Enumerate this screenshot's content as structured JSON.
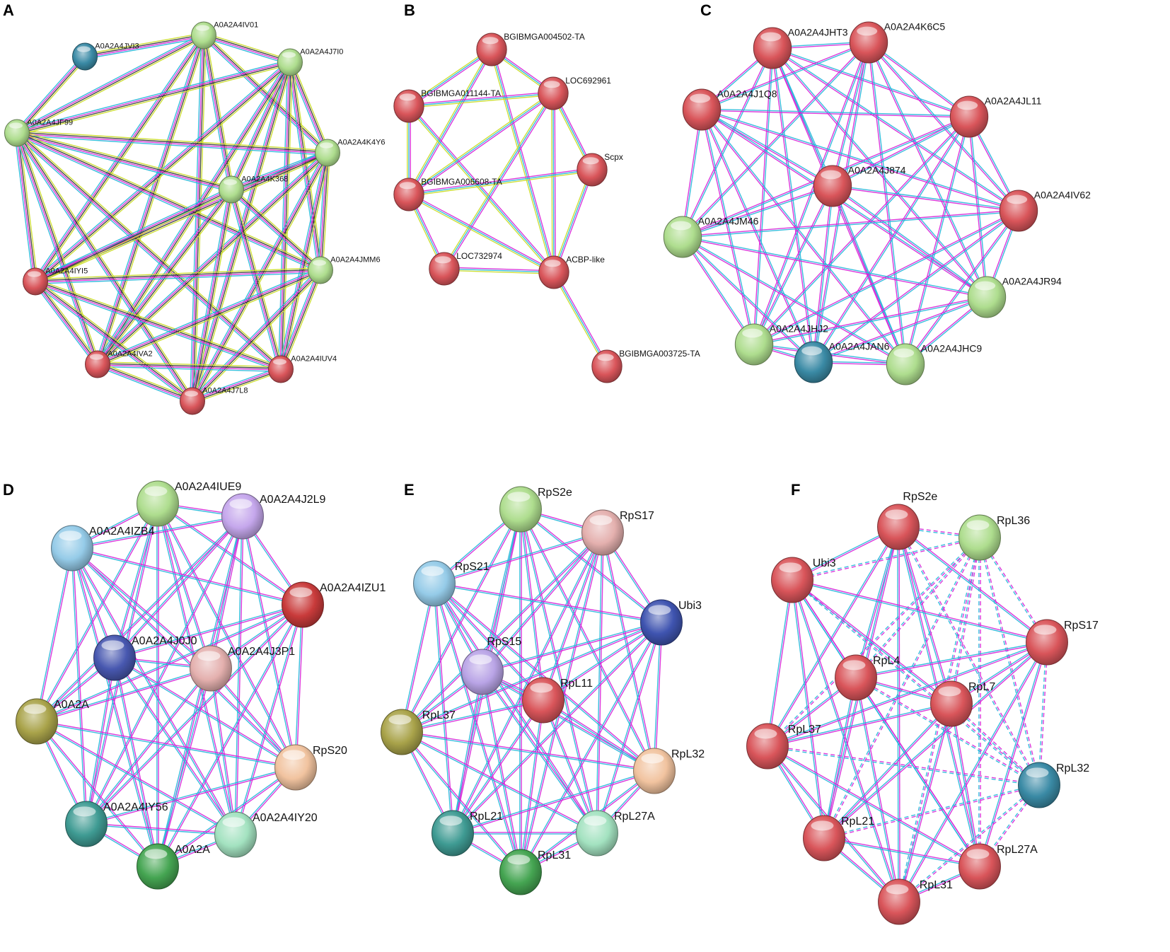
{
  "figure": {
    "colors": {
      "red": "#d9555a",
      "green": "#aedd8e",
      "teal": "#3a8aa5",
      "lightblue": "#95cbe8",
      "purple": "#c5a7ec",
      "darkred": "#c93b3b",
      "navy": "#4858b0",
      "pink": "#e4b0ae",
      "olive": "#a9a34a",
      "peach": "#f1c39f",
      "darkteal": "#3f9b93",
      "darkgreen": "#45a552",
      "mint": "#a3e2c0",
      "lavender": "#b9a4e6",
      "blue": "#3f54b0"
    },
    "edge_colors": {
      "magenta": "#d722d7",
      "cyan": "#22b6d9",
      "yellow": "#c9dc22",
      "black": "#333333"
    },
    "panels": [
      {
        "letter": "A",
        "nodes": [
          {
            "id": "JVI3",
            "label": "A0A2A4JVI3",
            "color": "teal"
          },
          {
            "id": "IV01",
            "label": "A0A2A4IV01",
            "color": "green"
          },
          {
            "id": "J7I0",
            "label": "A0A2A4J7I0",
            "color": "green"
          },
          {
            "id": "JF99",
            "label": "A0A2A4JF99",
            "color": "green"
          },
          {
            "id": "K4Y6",
            "label": "A0A2A4K4Y6",
            "color": "green"
          },
          {
            "id": "K368",
            "label": "A0A2A4K368",
            "color": "green"
          },
          {
            "id": "IYI5",
            "label": "A0A2A4IYI5",
            "color": "red"
          },
          {
            "id": "JMM6",
            "label": "A0A2A4JMM6",
            "color": "green"
          },
          {
            "id": "IVA2",
            "label": "A0A2A4IVA2",
            "color": "red"
          },
          {
            "id": "IUV4",
            "label": "A0A2A4IUV4",
            "color": "red"
          },
          {
            "id": "J7L8",
            "label": "A0A2A4J7L8",
            "color": "red"
          }
        ],
        "edge_colors": [
          "yellow",
          "black",
          "magenta",
          "cyan"
        ],
        "edges": [
          [
            "JVI3",
            "IV01"
          ],
          [
            "JVI3",
            "JF99"
          ],
          [
            "IV01",
            "J7I0"
          ],
          [
            "IV01",
            "JF99"
          ],
          [
            "IV01",
            "K4Y6"
          ],
          [
            "IV01",
            "K368"
          ],
          [
            "IV01",
            "IYI5"
          ],
          [
            "IV01",
            "IVA2"
          ],
          [
            "IV01",
            "J7L8"
          ],
          [
            "J7I0",
            "JF99"
          ],
          [
            "J7I0",
            "K4Y6"
          ],
          [
            "J7I0",
            "K368"
          ],
          [
            "J7I0",
            "IYI5"
          ],
          [
            "J7I0",
            "JMM6"
          ],
          [
            "J7I0",
            "IVA2"
          ],
          [
            "J7I0",
            "IUV4"
          ],
          [
            "J7I0",
            "J7L8"
          ],
          [
            "JF99",
            "K4Y6"
          ],
          [
            "JF99",
            "K368"
          ],
          [
            "JF99",
            "IYI5"
          ],
          [
            "JF99",
            "JMM6"
          ],
          [
            "JF99",
            "IVA2"
          ],
          [
            "JF99",
            "IUV4"
          ],
          [
            "JF99",
            "J7L8"
          ],
          [
            "K4Y6",
            "K368"
          ],
          [
            "K4Y6",
            "IYI5"
          ],
          [
            "K4Y6",
            "JMM6"
          ],
          [
            "K4Y6",
            "IVA2"
          ],
          [
            "K4Y6",
            "IUV4"
          ],
          [
            "K4Y6",
            "J7L8"
          ],
          [
            "K368",
            "IYI5"
          ],
          [
            "K368",
            "JMM6"
          ],
          [
            "K368",
            "IVA2"
          ],
          [
            "K368",
            "IUV4"
          ],
          [
            "K368",
            "J7L8"
          ],
          [
            "IYI5",
            "JMM6"
          ],
          [
            "IYI5",
            "IVA2"
          ],
          [
            "IYI5",
            "IUV4"
          ],
          [
            "IYI5",
            "J7L8"
          ],
          [
            "JMM6",
            "IVA2"
          ],
          [
            "JMM6",
            "IUV4"
          ],
          [
            "JMM6",
            "J7L8"
          ],
          [
            "IVA2",
            "IUV4"
          ],
          [
            "IVA2",
            "J7L8"
          ],
          [
            "IUV4",
            "J7L8"
          ]
        ]
      },
      {
        "letter": "B",
        "nodes": [
          {
            "id": "B4502",
            "label": "BGIBMGA004502-TA",
            "color": "red"
          },
          {
            "id": "B1144",
            "label": "BGIBMGA011144-TA",
            "color": "red"
          },
          {
            "id": "L692961",
            "label": "LOC692961",
            "color": "red"
          },
          {
            "id": "Scpx",
            "label": "Scpx",
            "color": "red"
          },
          {
            "id": "B6608",
            "label": "BGIBMGA006608-TA",
            "color": "red"
          },
          {
            "id": "L732974",
            "label": "LOC732974",
            "color": "red"
          },
          {
            "id": "ACBP",
            "label": "ACBP-like",
            "color": "red"
          },
          {
            "id": "B3725",
            "label": "BGIBMGA003725-TA",
            "color": "red"
          }
        ],
        "edge_colors": [
          "magenta",
          "cyan",
          "yellow"
        ],
        "edges": [
          [
            "B4502",
            "B1144"
          ],
          [
            "B4502",
            "L692961"
          ],
          [
            "B4502",
            "B6608"
          ],
          [
            "B4502",
            "ACBP"
          ],
          [
            "B1144",
            "L692961"
          ],
          [
            "B1144",
            "B6608"
          ],
          [
            "B1144",
            "ACBP"
          ],
          [
            "L692961",
            "B6608"
          ],
          [
            "L692961",
            "Scpx"
          ],
          [
            "L692961",
            "ACBP"
          ],
          [
            "L692961",
            "L732974"
          ],
          [
            "B6608",
            "Scpx"
          ],
          [
            "B6608",
            "L732974"
          ],
          [
            "B6608",
            "ACBP"
          ],
          [
            "Scpx",
            "ACBP"
          ],
          [
            "L732974",
            "ACBP"
          ],
          [
            "ACBP",
            "B3725"
          ]
        ]
      },
      {
        "letter": "C",
        "nodes": [
          {
            "id": "JHT3",
            "label": "A0A2A4JHT3",
            "color": "red"
          },
          {
            "id": "K6C5",
            "label": "A0A2A4K6C5",
            "color": "red"
          },
          {
            "id": "J1Q8",
            "label": "A0A2A4J1Q8",
            "color": "red"
          },
          {
            "id": "JL11",
            "label": "A0A2A4JL11",
            "color": "red"
          },
          {
            "id": "J874",
            "label": "A0A2A4J874",
            "color": "red"
          },
          {
            "id": "IV62",
            "label": "A0A2A4IV62",
            "color": "red"
          },
          {
            "id": "JM46",
            "label": "A0A2A4JM46",
            "color": "green"
          },
          {
            "id": "JR94",
            "label": "A0A2A4JR94",
            "color": "green"
          },
          {
            "id": "JHJ2",
            "label": "A0A2A4JHJ2",
            "color": "green"
          },
          {
            "id": "JAN6",
            "label": "A0A2A4JAN6",
            "color": "teal"
          },
          {
            "id": "JHC9",
            "label": "A0A2A4JHC9",
            "color": "green"
          }
        ],
        "edge_colors": [
          "cyan",
          "magenta"
        ],
        "edges": "all"
      },
      {
        "letter": "D",
        "nodes": [
          {
            "id": "IUE9",
            "label": "A0A2A4IUE9",
            "color": "green"
          },
          {
            "id": "J2L9",
            "label": "A0A2A4J2L9",
            "color": "purple"
          },
          {
            "id": "IZB4",
            "label": "A0A2A4IZB4",
            "color": "lightblue"
          },
          {
            "id": "IZU1",
            "label": "A0A2A4IZU1",
            "color": "darkred"
          },
          {
            "id": "J0J0",
            "label": "A0A2A4J0J0",
            "color": "navy"
          },
          {
            "id": "J3P1",
            "label": "A0A2A4J3P1",
            "color": "pink"
          },
          {
            "id": "OLV",
            "label": "A0A2A",
            "color": "olive"
          },
          {
            "id": "RpS20",
            "label": "RpS20",
            "color": "peach"
          },
          {
            "id": "IY56",
            "label": "A0A2A4IY56",
            "color": "darkteal"
          },
          {
            "id": "IY20",
            "label": "A0A2A4IY20",
            "color": "mint"
          },
          {
            "id": "DG",
            "label": "A0A2A",
            "color": "darkgreen"
          }
        ],
        "edge_colors": [
          "magenta",
          "cyan"
        ],
        "edges": "all"
      },
      {
        "letter": "E",
        "nodes": [
          {
            "id": "RpS2e",
            "label": "RpS2e",
            "color": "green"
          },
          {
            "id": "RpS17",
            "label": "RpS17",
            "color": "pink"
          },
          {
            "id": "RpS21",
            "label": "RpS21",
            "color": "lightblue"
          },
          {
            "id": "Ubi3",
            "label": "Ubi3",
            "color": "blue"
          },
          {
            "id": "RpS15",
            "label": "RpS15",
            "color": "lavender"
          },
          {
            "id": "RpL11",
            "label": "RpL11",
            "color": "red"
          },
          {
            "id": "RpL37",
            "label": "RpL37",
            "color": "olive"
          },
          {
            "id": "RpL32",
            "label": "RpL32",
            "color": "peach"
          },
          {
            "id": "RpL21",
            "label": "RpL21",
            "color": "darkteal"
          },
          {
            "id": "RpL27A",
            "label": "RpL27A",
            "color": "mint"
          },
          {
            "id": "RpL31",
            "label": "RpL31",
            "color": "darkgreen"
          }
        ],
        "edge_colors": [
          "magenta",
          "cyan"
        ],
        "edges": "all"
      },
      {
        "letter": "F",
        "nodes": [
          {
            "id": "RpS2e",
            "label": "RpS2e",
            "color": "red"
          },
          {
            "id": "RpL36",
            "label": "RpL36",
            "color": "green"
          },
          {
            "id": "Ubi3",
            "label": "Ubi3",
            "color": "red"
          },
          {
            "id": "RpS17",
            "label": "RpS17",
            "color": "red"
          },
          {
            "id": "RpL4",
            "label": "RpL4",
            "color": "red"
          },
          {
            "id": "RpL7",
            "label": "RpL7",
            "color": "red"
          },
          {
            "id": "RpL37",
            "label": "RpL37",
            "color": "red"
          },
          {
            "id": "RpL32",
            "label": "RpL32",
            "color": "teal"
          },
          {
            "id": "RpL21",
            "label": "RpL21",
            "color": "red"
          },
          {
            "id": "RpL27A",
            "label": "RpL27A",
            "color": "red"
          },
          {
            "id": "RpL31",
            "label": "RpL31",
            "color": "red"
          }
        ],
        "edge_colors": [
          "magenta",
          "cyan"
        ],
        "dashed_nodes": [
          "RpL36",
          "RpL32"
        ],
        "edges": "all"
      }
    ]
  }
}
